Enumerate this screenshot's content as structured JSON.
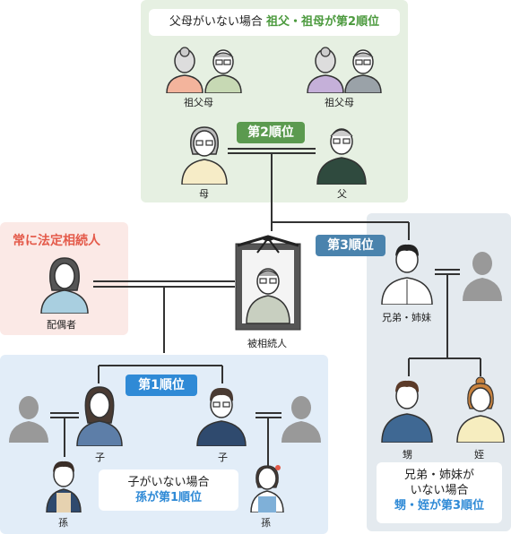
{
  "colors": {
    "green_panel": "#e6f0e2",
    "blue_panel": "#e2edf8",
    "pink_panel": "#fbe9e6",
    "gray_panel": "#e4eaef",
    "green_badge": "#5b9a4f",
    "blue_badge": "#2f8ad6",
    "steel_badge": "#4a83ad",
    "red_text": "#e45a4a",
    "green_text": "#4c9a3e",
    "blue_text": "#2f8ad6"
  },
  "top_note": {
    "prefix": "父母がいない場合",
    "highlight": "祖父・祖母が第2順位"
  },
  "badges": {
    "second": "第2順位",
    "third": "第3順位",
    "first": "第1順位"
  },
  "spouse_panel": {
    "title": "常に法定相続人",
    "label": "配偶者"
  },
  "labels": {
    "grandparents_left": "祖父母",
    "grandparents_right": "祖父母",
    "mother": "母",
    "father": "父",
    "deceased": "被相続人",
    "siblings": "兄弟・姉妹",
    "child_left": "子",
    "child_right": "子",
    "grandchild_left": "孫",
    "grandchild_right": "孫",
    "nephew": "甥",
    "niece": "姪"
  },
  "child_note": {
    "line1": "子がいない場合",
    "line2": "孫が第1順位"
  },
  "sibling_note": {
    "line1": "兄弟・姉妹が",
    "line2": "いない場合",
    "line3": "甥・姪が第3順位"
  },
  "icons": [
    "grandmother-icon",
    "grandfather-icon",
    "mother-icon",
    "father-icon",
    "deceased-portrait-icon",
    "spouse-icon",
    "sibling-icon",
    "silhouette-icon",
    "child-icon",
    "grandchild-icon",
    "nephew-icon",
    "niece-icon"
  ]
}
